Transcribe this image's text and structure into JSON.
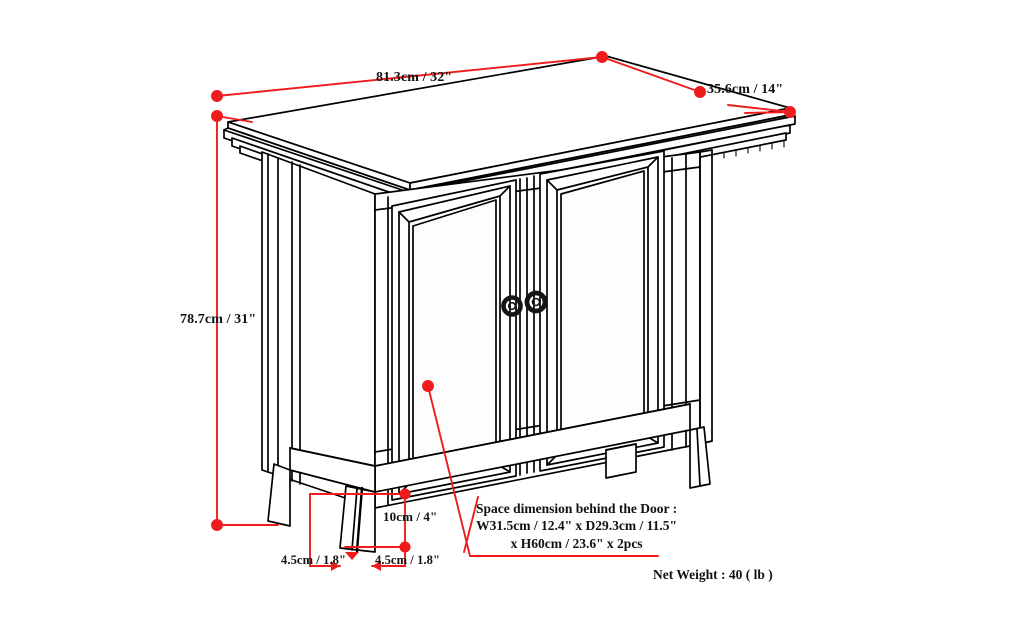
{
  "diagram": {
    "title": "Low Storage Cabinet Dimension Diagram",
    "background_color": "#ffffff",
    "line_color": "#000000",
    "dimension_color": "#ee1c1c"
  },
  "dimensions": {
    "width": {
      "label": "81.3cm / 32\"",
      "name": "width-dimension"
    },
    "depth": {
      "label": "35.6cm / 14\"",
      "name": "depth-dimension"
    },
    "height": {
      "label": "78.7cm / 31\"",
      "name": "height-dimension"
    },
    "leg_height": {
      "label": "10cm / 4\"",
      "name": "leg-height-dimension"
    },
    "leg_width_left": {
      "label": "4.5cm / 1.8\"",
      "name": "leg-width-left-dimension"
    },
    "leg_width_right": {
      "label": "4.5cm / 1.8\"",
      "name": "leg-width-right-dimension"
    }
  },
  "notes": {
    "space_behind_door": {
      "line1": "Space dimension behind the Door  :",
      "line2": "W31.5cm / 12.4\" x D29.3cm / 11.5\"",
      "line3": "x H60cm / 23.6\" x 2pcs"
    },
    "net_weight": "Net Weight : 40 ( lb )"
  },
  "product": {
    "door_count": 2,
    "knob_count": 2,
    "leg_count": 4
  }
}
